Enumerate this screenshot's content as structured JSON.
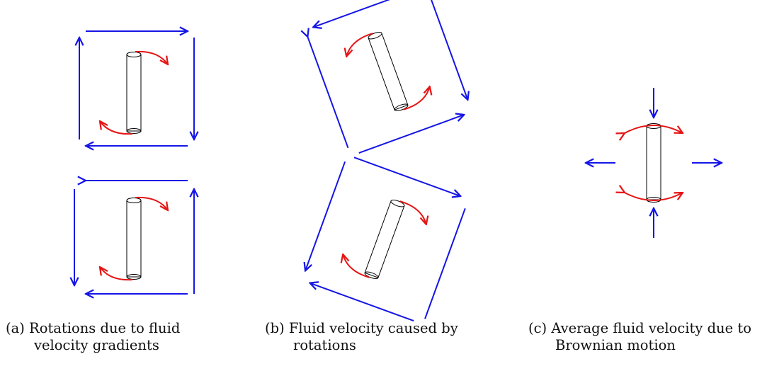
{
  "colors": {
    "flow": "#1515e6",
    "rotation": "#e61515",
    "rod": "#000000"
  },
  "captions": {
    "a": {
      "line1": "(a) Rotations due to fluid",
      "line2": "velocity gradients"
    },
    "b": {
      "line1": "(b) Fluid velocity caused by",
      "line2": "rotations"
    },
    "c": {
      "line1": "(c) Average fluid velocity due to",
      "line2": "Brownian motion"
    }
  }
}
